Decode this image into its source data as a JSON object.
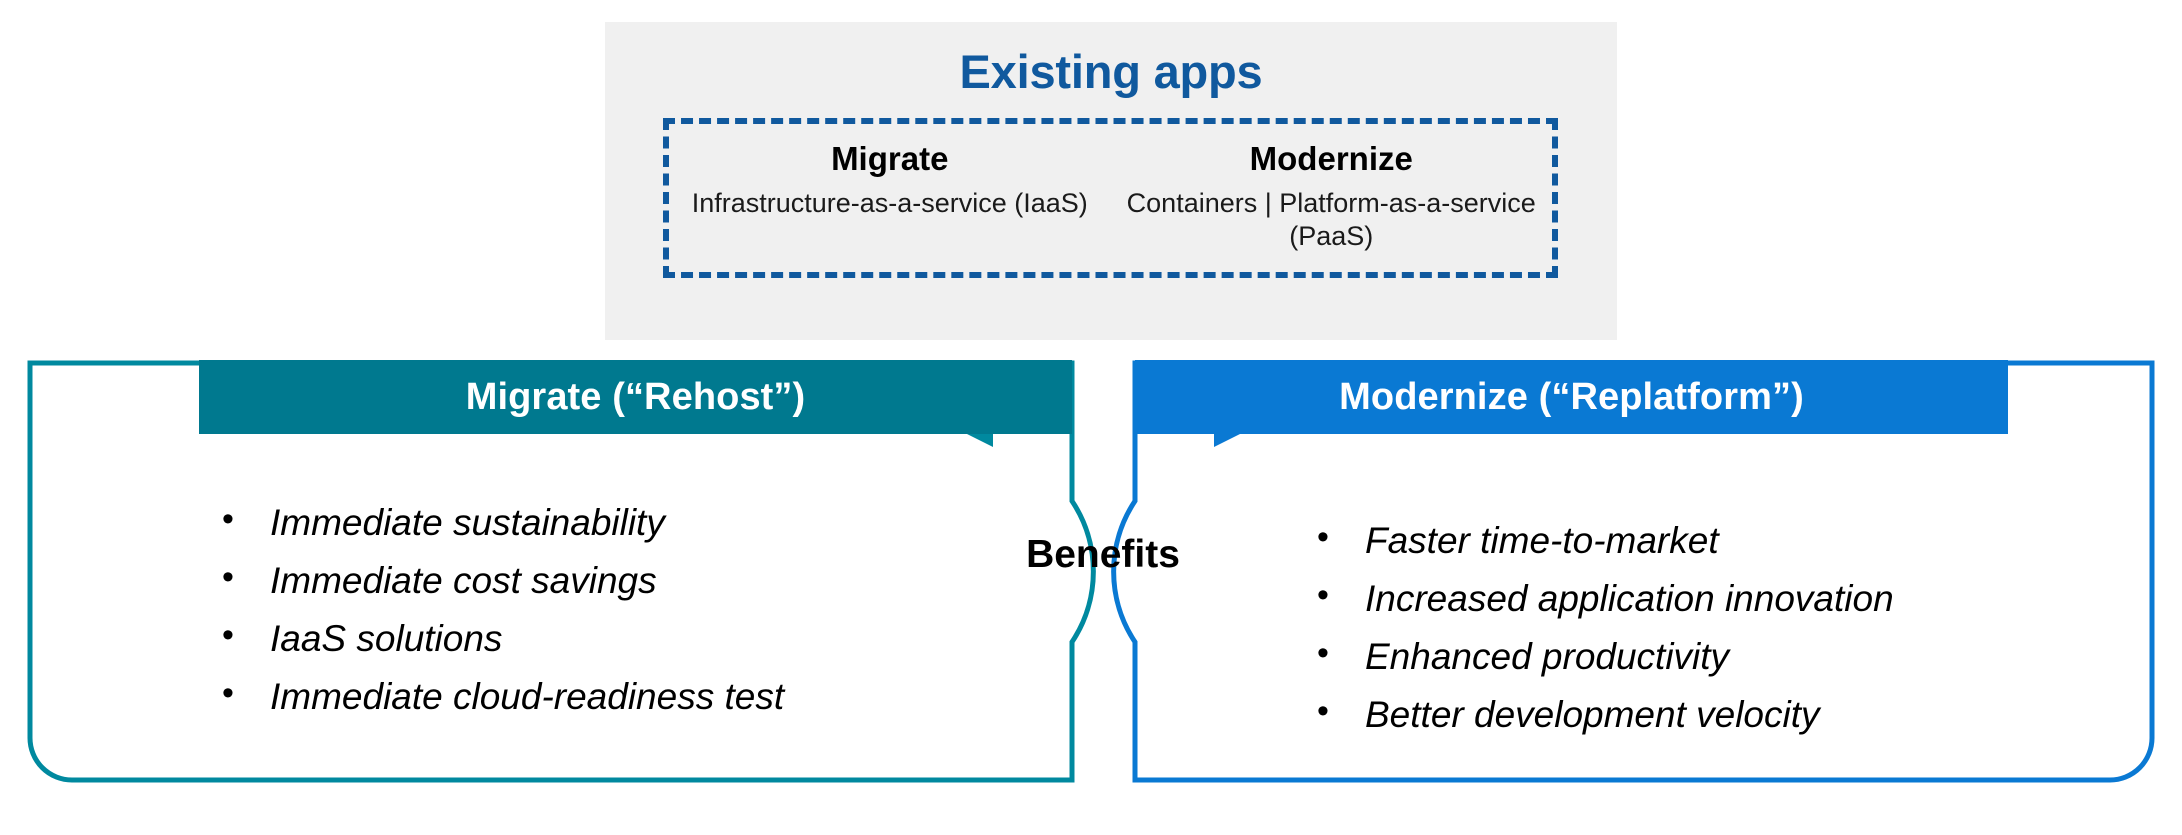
{
  "existing": {
    "title": "Existing apps",
    "columns": [
      {
        "heading": "Migrate",
        "subtitle": "Infrastructure-as-a-service (IaaS)"
      },
      {
        "heading": "Modernize",
        "subtitle": "Containers  |  Platform-as-a-service (PaaS)"
      }
    ]
  },
  "panels": {
    "left": {
      "header": "Migrate (“Rehost”)",
      "accent": "#00798f",
      "bullets": [
        "Immediate sustainability",
        "Immediate cost savings",
        "IaaS solutions",
        "Immediate cloud-readiness test"
      ]
    },
    "right": {
      "header": "Modernize (“Replatform”)",
      "accent": "#0a79d3",
      "bullets": [
        "Faster time-to-market",
        "Increased application innovation",
        "Enhanced productivity",
        "Better development velocity"
      ]
    }
  },
  "center": {
    "label": "Benefits"
  },
  "colors": {
    "teal": "#00798f",
    "blue": "#0a79d3",
    "title_blue": "#10599e",
    "panel_grey": "#f0f0f0",
    "text_black": "#000000"
  }
}
